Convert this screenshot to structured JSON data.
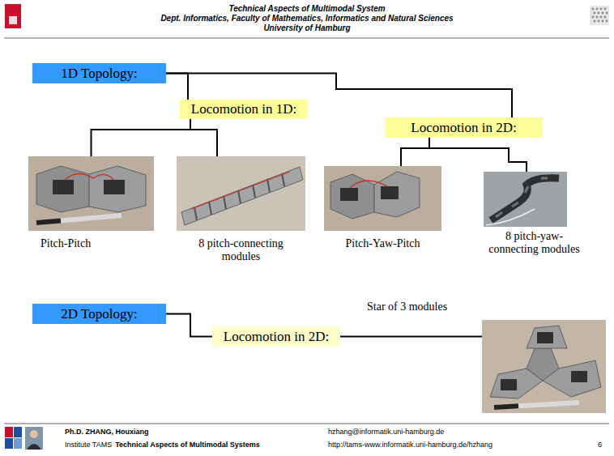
{
  "diagram": {
    "nodes": [
      {
        "text": [
          "1D Topology:"
        ]
      },
      {
        "text": [
          "Locomotion in 1D:"
        ]
      },
      {
        "text": [
          "Locomotion in 2D:"
        ]
      },
      {
        "text": [
          "Pitch-Pitch"
        ]
      },
      {
        "text": [
          "8 pitch-connecting modules"
        ]
      },
      {
        "text": [
          "Pitch-Yaw-Pitch"
        ]
      },
      {
        "text": [
          "8 pitch-yaw-connecting modules"
        ]
      },
      {
        "text": [
          "2D Topology:"
        ]
      },
      {
        "text": [
          "Locomotion in 2D:"
        ]
      },
      {
        "text": [
          "Star of 3 modules"
        ]
      }
    ],
    "edges": [
      {
        "from": 0,
        "to": 1,
        "arrow": "none"
      },
      {
        "from": 0,
        "to": 2,
        "arrow": "none"
      },
      {
        "from": 1,
        "to": 3,
        "arrow": "none"
      },
      {
        "from": 1,
        "to": 4,
        "arrow": "none"
      },
      {
        "from": 2,
        "to": 5,
        "arrow": "none"
      },
      {
        "from": 2,
        "to": 6,
        "arrow": "none"
      },
      {
        "from": 7,
        "to": 8,
        "arrow": "none"
      },
      {
        "from": 8,
        "to": 9,
        "arrow": "none"
      }
    ],
    "labels": [
      "Technical Aspects of Multimodal System",
      "Dept. Informatics, Faculty of Mathematics, Informatics and Natural Sciences",
      "University of Hamburg",
      "Ph.D. ZHANG, Houxiang",
      "hzhang@informatik.uni-hamburg.de",
      "Institute TAMS",
      "Technical Aspects of Multimodal Systems",
      "http://tams-www.informatik.uni-hamburg.de/hzhang",
      "6"
    ]
  }
}
